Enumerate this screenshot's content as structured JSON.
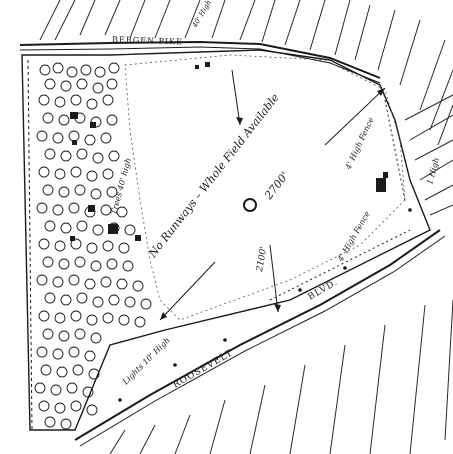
{
  "map": {
    "roads": {
      "top": "BERGEN PIKE",
      "bottom_left": "ROOSEVELT",
      "bottom_right": "BLVD."
    },
    "field_note": "No Runways – Whole Field Available",
    "dimension_main": "2700'",
    "dimension_side": "2100'",
    "labels": {
      "trees": "Trees 40' high",
      "fence_right": "4' High Fence",
      "fence_bottom": "4' High Fence",
      "lights": "Lights 10' High",
      "far_right": "1 High",
      "top_small": "40' High"
    },
    "colors": {
      "ink": "#1b1b1b",
      "paper": "#ffffff"
    }
  }
}
